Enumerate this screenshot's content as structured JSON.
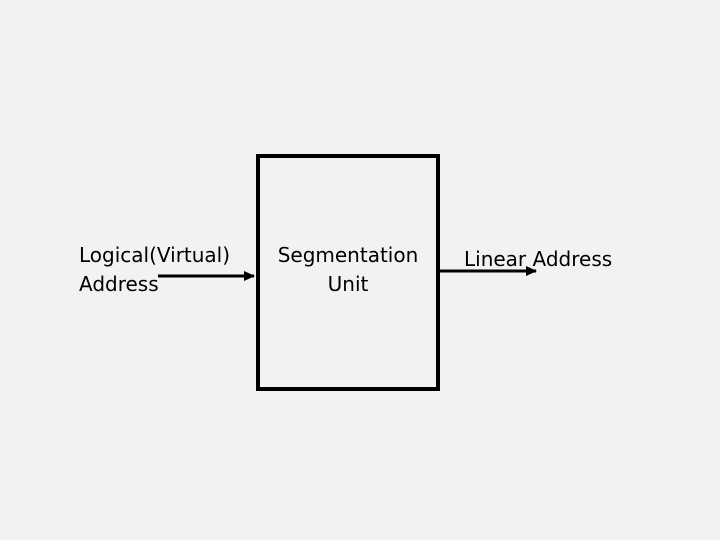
{
  "diagram": {
    "input": {
      "line1": "Logical(Virtual)",
      "line2": "Address"
    },
    "unit": {
      "line1": "Segmentation",
      "line2": "Unit"
    },
    "output": {
      "text": "Linear Address"
    }
  },
  "colors": {
    "background": "#f2f2f2",
    "stroke": "#000000"
  }
}
